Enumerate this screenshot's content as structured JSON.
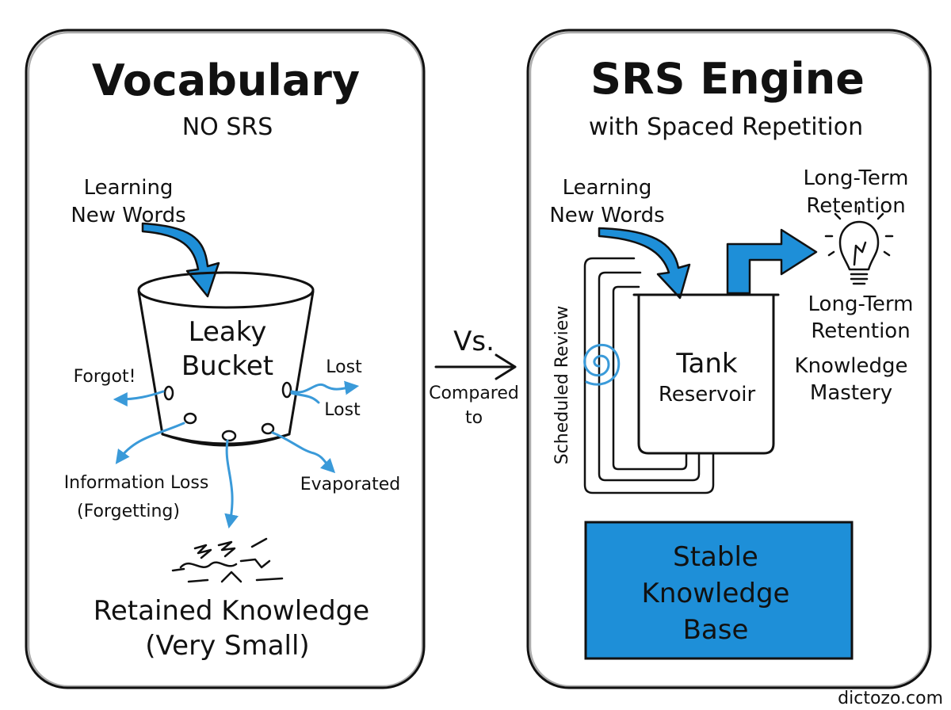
{
  "left_panel": {
    "title": "Vocabulary",
    "subtitle": "NO SRS",
    "input_label_line1": "Learning",
    "input_label_line2": "New Words",
    "bucket_line1": "Leaky",
    "bucket_line2": "Bucket",
    "leak_forgot": "Forgot!",
    "leak_lost_1": "Lost",
    "leak_lost_2": "Lost",
    "leak_info_loss_line1": "Information Loss",
    "leak_info_loss_line2": "(Forgetting)",
    "leak_evaporated": "Evaporated",
    "result_line1": "Retained Knowledge",
    "result_line2": "(Very Small)"
  },
  "middle": {
    "vs_label": "Vs.",
    "compared_line1": "Compared",
    "compared_line2": "to"
  },
  "right_panel": {
    "title": "SRS Engine",
    "subtitle": "with Spaced Repetition",
    "input_label_line1": "Learning",
    "input_label_line2": "New Words",
    "loop_label": "Scheduled Review",
    "tank_line1": "Tank",
    "tank_line2": "Reservoir",
    "output_top_line1": "Long-Term",
    "output_top_line2": "Retention",
    "output_mid_line1": "Long-Term",
    "output_mid_line2": "Retention",
    "output_low_line1": "Knowledge",
    "output_low_line2": "Mastery",
    "base_line1": "Stable",
    "base_line2": "Knowledge",
    "base_line3": "Base"
  },
  "watermark": "dictozo.com",
  "colors": {
    "accent_blue": "#1e8fd8",
    "accent_blue_dark": "#0d6fb0",
    "ink": "#111111",
    "background": "#ffffff"
  },
  "icons": {
    "bulb": "lightbulb-icon",
    "spiral": "spiral-icon",
    "scribble": "scribble-icon"
  }
}
